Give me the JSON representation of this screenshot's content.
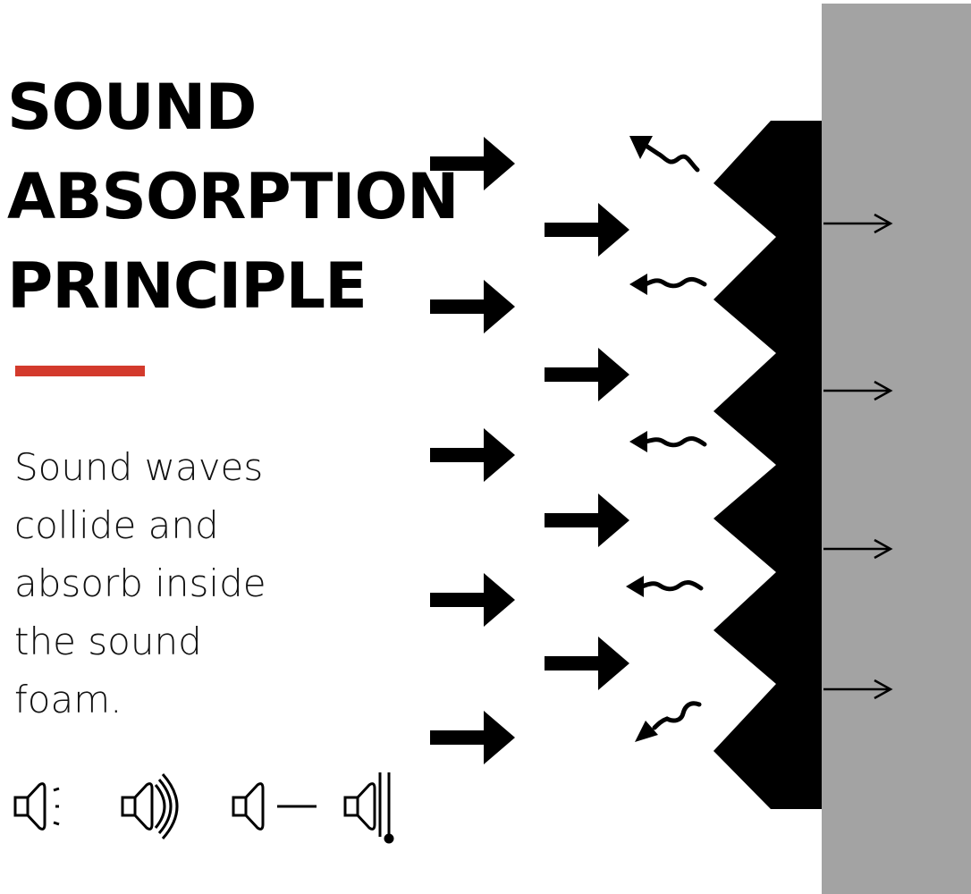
{
  "title": {
    "lines": [
      "SOUND",
      "ABSORPTION",
      "PRINCIPLE"
    ]
  },
  "description": {
    "lines": [
      "Sound waves",
      "collide and",
      "absorb inside",
      "the sound",
      "foam."
    ]
  },
  "colors": {
    "accent": "#d33a2c",
    "wall": "#a3a3a3",
    "foam": "#000000",
    "background": "#ffffff"
  },
  "icons": [
    "speaker-dispersed-sound-icon",
    "speaker-reflected-sound-icon",
    "speaker-direct-sound-icon",
    "speaker-blocked-sound-icon"
  ]
}
